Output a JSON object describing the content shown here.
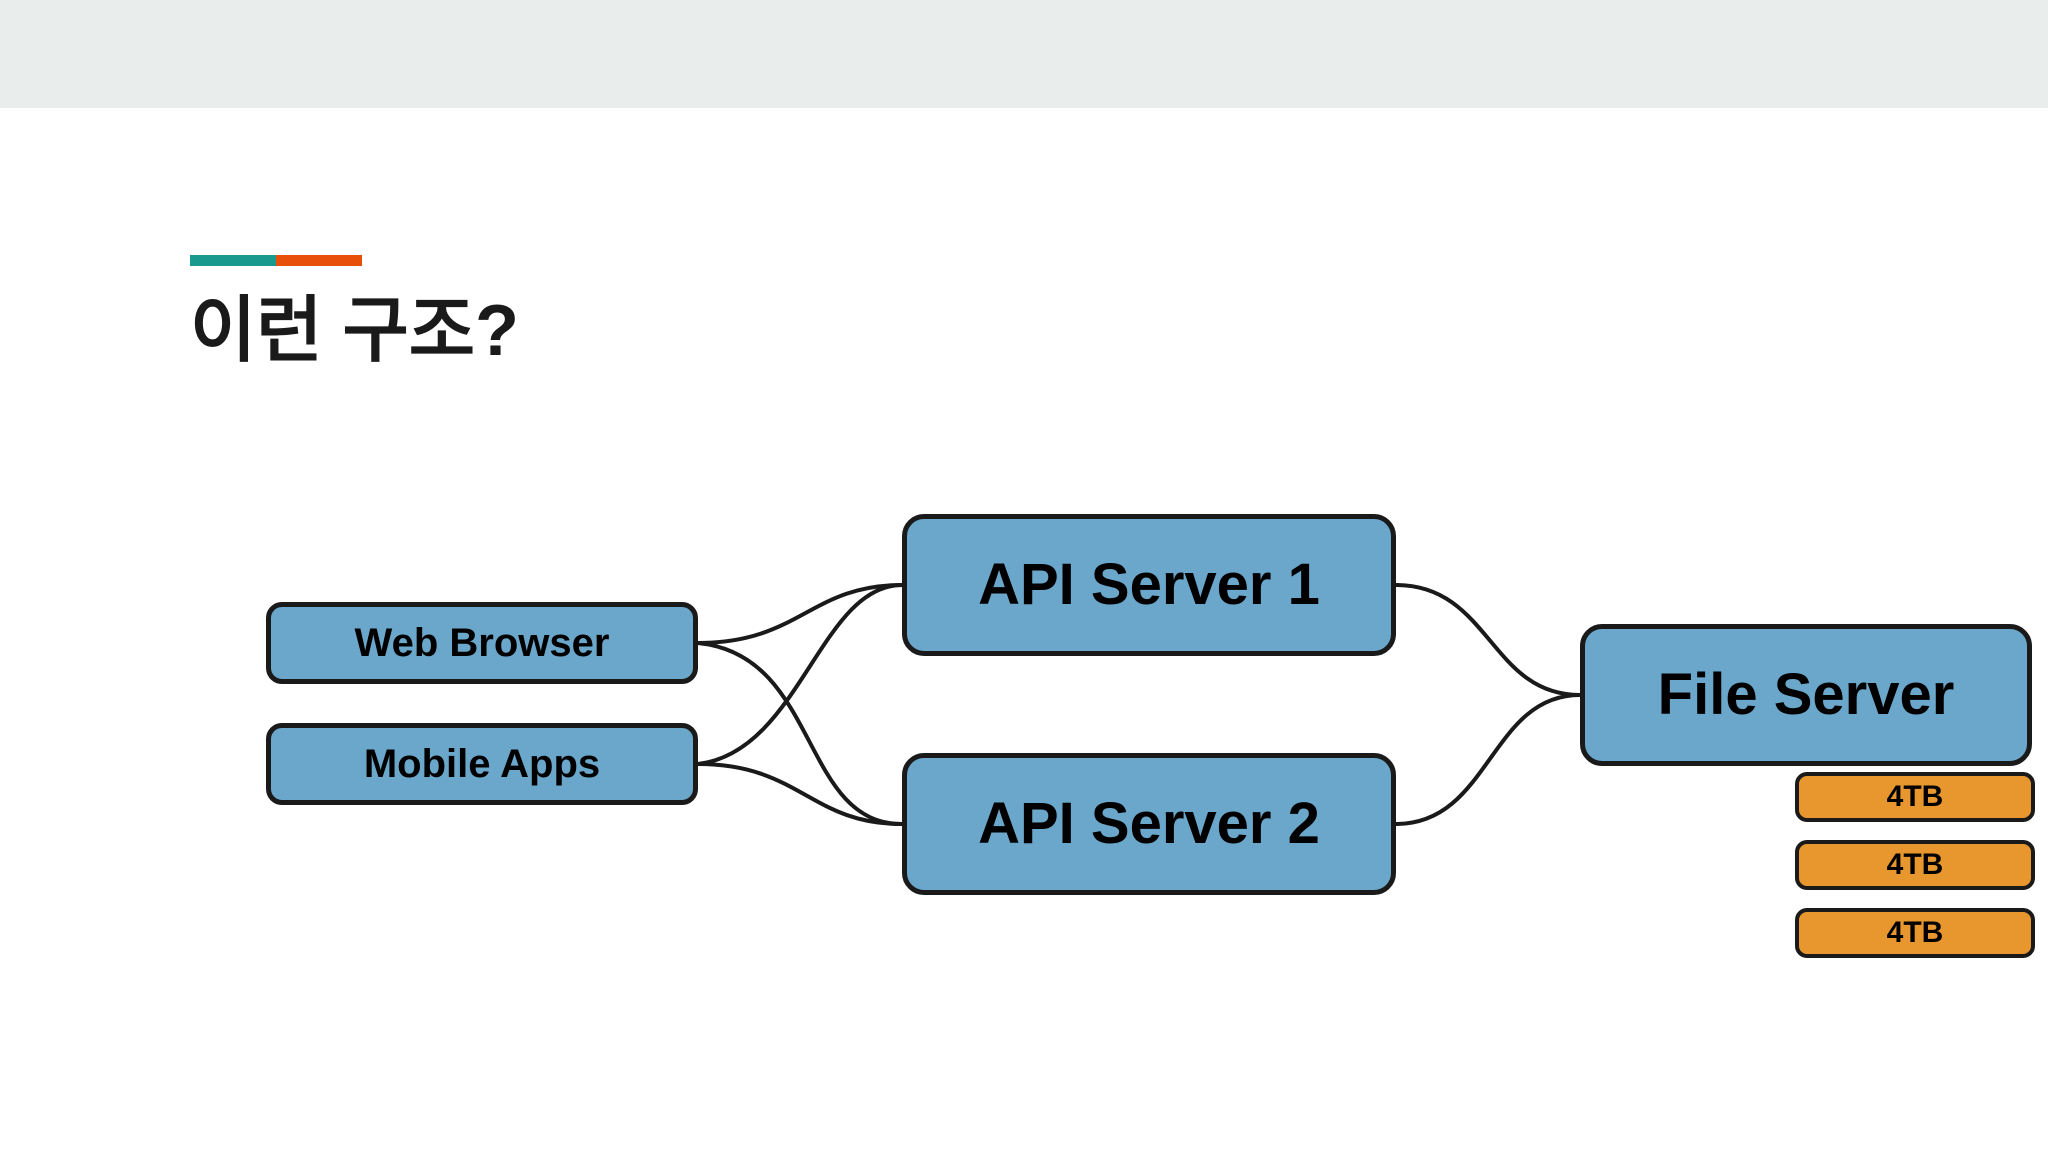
{
  "slide": {
    "title": "이런 구조?",
    "background_color": "#ffffff",
    "header_band_color": "#e9edec"
  },
  "accent_bar": {
    "segments": [
      {
        "name": "teal",
        "color": "#1a9a8e"
      },
      {
        "name": "orange",
        "color": "#e8500a"
      }
    ]
  },
  "diagram": {
    "colors": {
      "node_blue": "#6aa7cb",
      "node_orange": "#e8972f",
      "node_border": "#1a1a1a",
      "edge": "#1a1a1a"
    },
    "clients": [
      {
        "id": "web-browser",
        "label": "Web Browser"
      },
      {
        "id": "mobile-apps",
        "label": "Mobile Apps"
      }
    ],
    "api_servers": [
      {
        "id": "api-server-1",
        "label": "API Server 1"
      },
      {
        "id": "api-server-2",
        "label": "API Server 2"
      }
    ],
    "file_server": {
      "id": "file-server",
      "label": "File Server"
    },
    "disks": [
      {
        "id": "disk-0",
        "label": "4TB"
      },
      {
        "id": "disk-1",
        "label": "4TB"
      },
      {
        "id": "disk-2",
        "label": "4TB"
      }
    ],
    "connections": [
      {
        "from": "web-browser",
        "to": "api-server-1"
      },
      {
        "from": "web-browser",
        "to": "api-server-2"
      },
      {
        "from": "mobile-apps",
        "to": "api-server-1"
      },
      {
        "from": "mobile-apps",
        "to": "api-server-2"
      },
      {
        "from": "api-server-1",
        "to": "file-server"
      },
      {
        "from": "api-server-2",
        "to": "file-server"
      }
    ]
  }
}
